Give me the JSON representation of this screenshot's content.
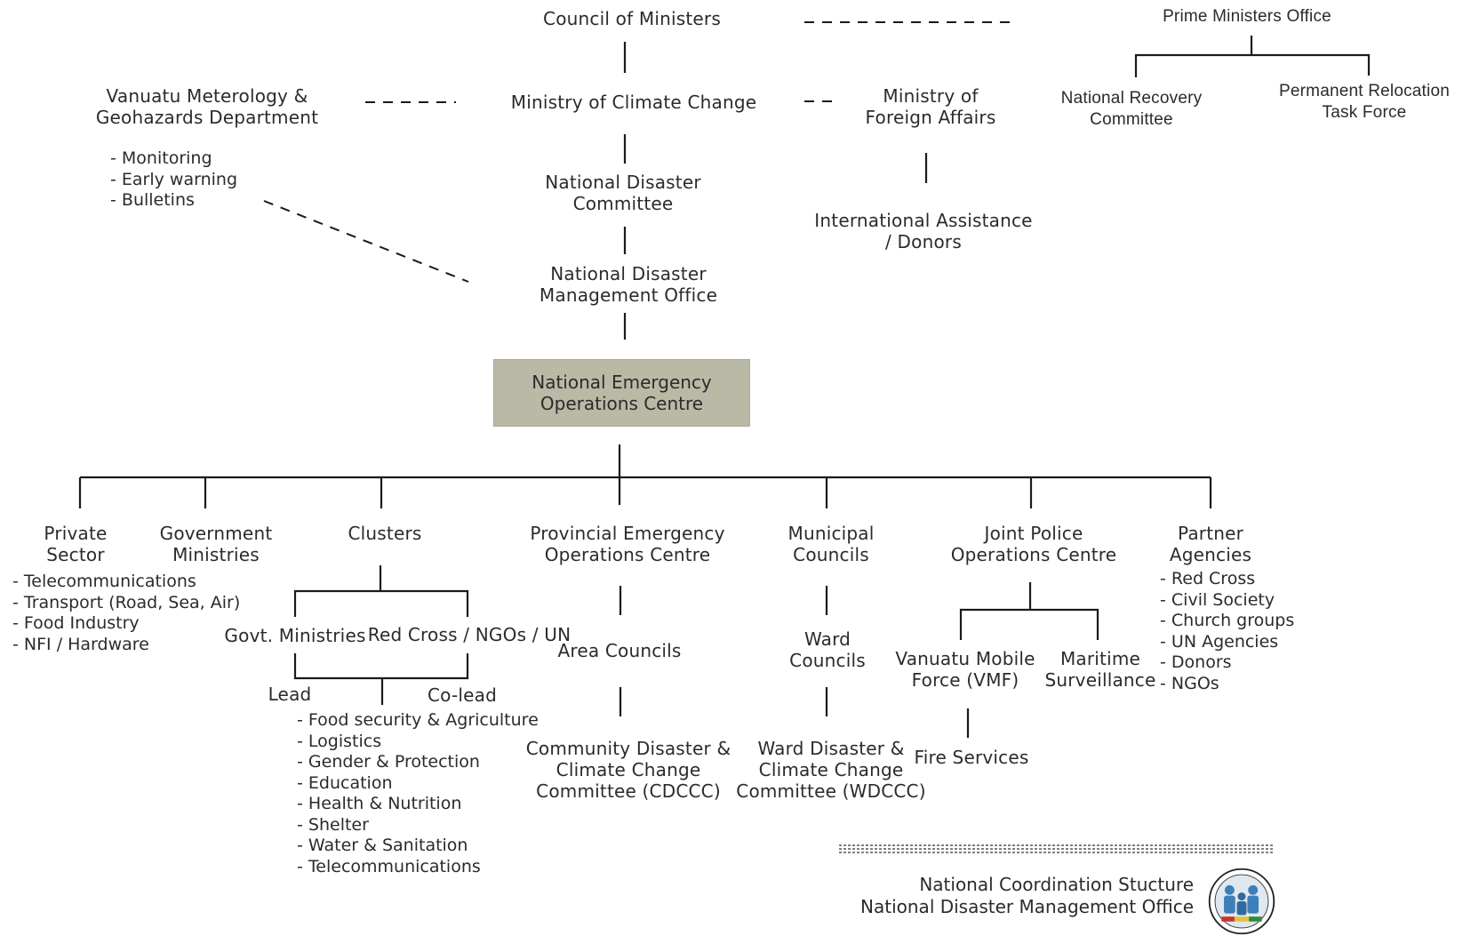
{
  "nodes": {
    "council": "Council of Ministers",
    "pmo": "Prime Ministers Office",
    "nrc": [
      "National Recovery",
      "Committee"
    ],
    "prtf": [
      "Permanent Relocation",
      "Task Force"
    ],
    "vmgd": [
      "Vanuatu Meterology &",
      "Geohazards Department"
    ],
    "mocc": "Ministry of Climate Change",
    "mofa": [
      "Ministry of",
      "Foreign Affairs"
    ],
    "ndc": [
      "National Disaster",
      "Committee"
    ],
    "ia": [
      "International Assistance",
      "/ Donors"
    ],
    "ndmo": [
      "National Disaster",
      "Management Office"
    ],
    "neoc": [
      "National Emergency",
      "Operations Centre"
    ],
    "private": [
      "Private",
      "Sector"
    ],
    "govt": [
      "Government",
      "Ministries"
    ],
    "clusters": "Clusters",
    "peoc": [
      "Provincial Emergency",
      "Operations Centre"
    ],
    "municipal": [
      "Municipal",
      "Councils"
    ],
    "jpoc": [
      "Joint Police",
      "Operations Centre"
    ],
    "partner": [
      "Partner",
      "Agencies"
    ],
    "govt_ministries": "Govt. Ministries",
    "rc_ngo_un": "Red Cross / NGOs / UN",
    "lead": "Lead",
    "colead": "Co-lead",
    "area_councils": "Area Councils",
    "ward_councils": [
      "Ward",
      "Councils"
    ],
    "vmf": [
      "Vanuatu Mobile",
      "Force (VMF)"
    ],
    "maritime": [
      "Maritime",
      "Surveillance"
    ],
    "fire": "Fire Services",
    "cdccc": [
      "Community Disaster &",
      "Climate Change",
      "Committee (CDCCC)"
    ],
    "wdccc": [
      "Ward Disaster &",
      "Climate Change",
      "Committee (WDCCC)"
    ]
  },
  "lists": {
    "vmgd": [
      "Monitoring",
      "Early warning",
      "Bulletins"
    ],
    "private": [
      "Telecommunications",
      "Transport (Road, Sea, Air)",
      "Food Industry",
      "NFI / Hardware"
    ],
    "clusters": [
      "Food security & Agriculture",
      "Logistics",
      "Gender & Protection",
      "Education",
      "Health & Nutrition",
      "Shelter",
      "Water & Sanitation",
      "Telecommunications"
    ],
    "partner": [
      "Red Cross",
      "Civil Society",
      "Church groups",
      "UN Agencies",
      "Donors",
      "NGOs"
    ]
  },
  "footer": {
    "line1": "National Coordination Stucture",
    "line2": "National Disaster Management Office"
  },
  "colors": {
    "neoc_fill": "#b9b9a6",
    "line": "#1a1a1a"
  }
}
